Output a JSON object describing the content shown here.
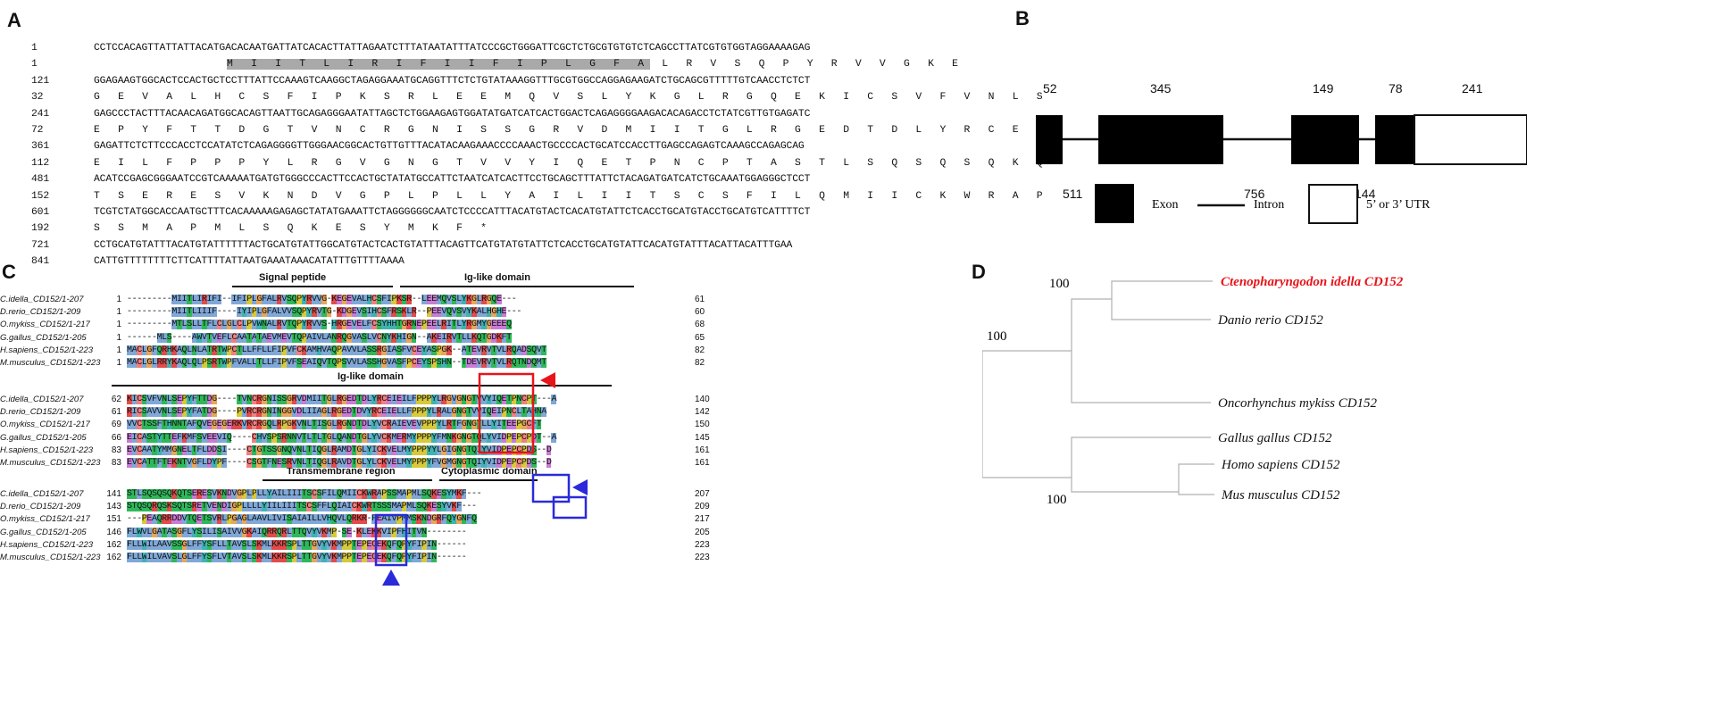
{
  "panels": {
    "A": {
      "label": "A",
      "rows": [
        {
          "type": "nt",
          "num": "1",
          "seq": "CCTCCACAGTTATTATTACATGACACAATGATTATCACACTTATTAGAATCTTTATAATATTTATCCCGCTGGGATTCGCTCTGCGTGTGTCTCAGCCTTATCGTGTGGTAGGAAAAGAG"
        },
        {
          "type": "aa",
          "num": "1",
          "pre": "",
          "sig": "M I I T L I R I F I I F I P L G F A",
          "post": "L R V S Q P Y R V V G K E"
        },
        {
          "type": "nt",
          "num": "121",
          "seq": "GGAGAAGTGGCACTCCACTGCTCCTTTATTCCAAAGTCAAGGCTAGAGGAAATGCAGGTTTCTCTGTATAAAGGTTTGCGTGGCCAGGAGAAGATCTGCAGCGTTTTTGTCAACCTCTCT"
        },
        {
          "type": "aa",
          "num": "32",
          "pre": "G E V A L H C S F I P K S R L E E M Q V S L Y K G L R G Q E K I C S V F V N L S",
          "sig": "",
          "post": ""
        },
        {
          "type": "nt",
          "num": "241",
          "seq": "GAGCCCTACTTTACAACAGATGGCACAGTTAATTGCAGAGGGAATATTAGCTCTGGAAGAGTGGATATGATCATCACTGGACTCAGAGGGGAAGACACAGACCTCTATCGTTGTGAGATC"
        },
        {
          "type": "aa",
          "num": "72",
          "pre": "E P Y F T T D G T V N C R G N I S S G R V D M I I T G L R G E D T D L Y R C E I",
          "sig": "",
          "post": ""
        },
        {
          "type": "nt",
          "num": "361",
          "seq": "GAGATTCTCTTCCCACCTCCATATCTCAGAGGGGTTGGGAACGGCACTGTTGTTTACATACAAGAAACCCCAAACTGCCCCACTGCATCCACCTTGAGCCAGAGTCAAAGCCAGAGCAG"
        },
        {
          "type": "aa",
          "num": "112",
          "pre": "E I L F P P P Y L R G V G N G T V V Y I Q E T P N C P T A S T L S Q S Q S Q K Q",
          "sig": "",
          "post": ""
        },
        {
          "type": "nt",
          "num": "481",
          "seq": "ACATCCGAGCGGGAATCCGTCAAAAATGATGTGGGCCCACTTCCACTGCTATATGCCATTCTAATCATCACTTCCTGCAGCTTTATTCTACAGATGATCATCTGCAAATGGAGGGCTCCT"
        },
        {
          "type": "aa",
          "num": "152",
          "pre": "T S E R E S V K N D V G P L P L L Y A I L I I T S C S F I L Q M I I C K W R A P",
          "sig": "",
          "post": ""
        },
        {
          "type": "nt",
          "num": "601",
          "seq": "TCGTCTATGGCACCAATGCTTTCACAAAAAGAGAGCTATATGAAATTCTAGGGGGGCAATCTCCCCATTTACATGTACTCACATGTATTCTCACCTGCATGTACCTGCATGTCATTTTCT"
        },
        {
          "type": "aa",
          "num": "192",
          "pre": "S S M A P M L S Q K E S Y M K F *",
          "sig": "",
          "post": ""
        },
        {
          "type": "nt",
          "num": "721",
          "seq": "CCTGCATGTATTTACATGTATTTTTTACTGCATGTATTGGCATGTACTCACTGTATTTACAGTTCATGTATGTATTCTCACCTGCATGTATTCACATGTATTTACATTACATTTGAA"
        },
        {
          "type": "nt",
          "num": "841",
          "seq": "CATTGTTTTTTTTCTTCATTTTATTAATGAAATAAACATATTTGTTTTAAAA"
        }
      ]
    },
    "B": {
      "label": "B",
      "top_numbers": [
        "52",
        "345",
        "149",
        "78",
        "241"
      ],
      "bottom_numbers": [
        "511",
        "756",
        "144"
      ],
      "legend": {
        "exon": "Exon",
        "intron": "Intron",
        "utr": "5’ or 3’ UTR"
      }
    },
    "C": {
      "label": "C",
      "domains": {
        "signal": "Signal peptide",
        "ig1": "Ig-like domain",
        "ig2": "Ig-like domain",
        "tm": "Transmembrane region",
        "cyto": "Cytoplasmic domain"
      },
      "blocks": [
        {
          "rows": [
            {
              "name": "C.idella_CD152/1-207",
              "start": "1",
              "seq": "---------MIITLIRIFI--IFIPLGFALRVSQPYRVVG-KEGEVALHCSFIPKSR--LEEMQVSLYKGLRGQE---",
              "end": "61"
            },
            {
              "name": "D.rerio_CD152/1-209",
              "start": "1",
              "seq": "---------MIITLIIIF----IYIPLGFALVVSQPYRVTG-KDGEVSIHCSFRSKLR--PEEVQVSVYKALHGHE---",
              "end": "60"
            },
            {
              "name": "O.mykiss_CD152/1-217",
              "start": "1",
              "seq": "---------MTLSLLTFLCLGLCLPVWNALRVTQPYRVVS-HRGEVELFCSYHHTGRNEPEELRITLYRGMYGEEEQ",
              "end": "68"
            },
            {
              "name": "G.gallus_CD152/1-205",
              "start": "1",
              "seq": "------MLS----AWVTVEFLCAATATAEVMEVTQPAIVLANRQGVASLVCNYKHIGN--AKEIRVTLLKQTGDKFT",
              "end": "65"
            },
            {
              "name": "H.sapiens_CD152/1-223",
              "start": "1",
              "seq": "MACLGFQRHKAQLNLATRTWPCTLLFFLLFIPVFCKAMHVAQPAVVLASSRGIASFVCEYASPGK--ATEVRVTVLRQADSQVT",
              "end": "82"
            },
            {
              "name": "M.musculus_CD152/1-223",
              "start": "1",
              "seq": "MACLGLRRYKAQLQLPSRTWPFVALLTLLFIPVFSEAIQVTQPSVVLASSHGVASFPCEYSPSHN--TDEVRVTVLRQTNDQMT",
              "end": "82"
            }
          ]
        },
        {
          "rows": [
            {
              "name": "C.idella_CD152/1-207",
              "start": "62",
              "seq": "KICSVFVNLSEPYFTTDG----TVNCRGNISSGRVDMIITGLRGEDTDLYRCEIEILFPPPYLRGVGNGTVVYIQETPNCPT---A",
              "end": "140"
            },
            {
              "name": "D.rerio_CD152/1-209",
              "start": "61",
              "seq": "RICSAVVNLSEPYFATDG----PVRCRGNINGGVDLIIAGLRGEDTDVYRCEIELLFPPPYLRALGNGTVVIQEIPNCLTAHNA",
              "end": "142"
            },
            {
              "name": "O.mykiss_CD152/1-217",
              "start": "69",
              "seq": "VVCTSSFTHNNTAFQVEGEGERKVRCRGQLRPGKVNLTISGLRGNDTDLYVCRAIEVEVPPPYLRTFGNGTLLYITEEPGCFT",
              "end": "150"
            },
            {
              "name": "G.gallus_CD152/1-205",
              "start": "66",
              "seq": "EICASTYTTEFKMFSVEEVIQ----CHVSPSRNNVTLTLTGLQANDTGLYVCKMERMYPPPYFMNKGNGTQLYVIDPEPCPDT--A",
              "end": "145"
            },
            {
              "name": "H.sapiens_CD152/1-223",
              "start": "83",
              "seq": "EVCAATYMMGNELTFLDDSI----CTGTSSGNQVNLTIQGLRAMDTGLYICKVELMYPPPYYLGIGNGTQIYVIDPEPCPDS--D",
              "end": "161"
            },
            {
              "name": "M.musculus_CD152/1-223",
              "start": "83",
              "seq": "EVCATTFTEKNTVGFLDYPF----CSGTFNESRVNLTIQGLRAVDTGLYLCKVELMYPPPYFVGMGNGTQIYVIDPEPCPDS--D",
              "end": "161"
            }
          ]
        },
        {
          "rows": [
            {
              "name": "C.idella_CD152/1-207",
              "start": "141",
              "seq": "STLSQSQSQKQTSERESVKNDVGPLPLLYAILIIITSCSFILQMIICKWRAPSSMAPMLSQKESYMKF---",
              "end": "207"
            },
            {
              "name": "D.rerio_CD152/1-209",
              "start": "143",
              "seq": "STQSQRQSKSQTSRETVENDIGPLLLLYIILIIITSCSFFLQIAICKWRTSSSMAPMLSQKESYVKF---",
              "end": "209"
            },
            {
              "name": "O.mykiss_CD152/1-217",
              "start": "151",
              "seq": "---PEAQRRDDVTQETSVRLPGAGLAAVLIVISAIAILLVHQVLQRKR-FEAIVPMMSKNDGRFQYGNFQ",
              "end": "217"
            },
            {
              "name": "G.gallus_CD152/1-205",
              "start": "146",
              "seq": "FLWVLGATASGFLYSILISAIVVGKAIQRRQRLTTQVYVKMP-SE-KLEKKVIPFHITVN--------",
              "end": "205"
            },
            {
              "name": "H.sapiens_CD152/1-223",
              "start": "162",
              "seq": "FLLWILAAVSSGLFFYSFLLTAVSLSKMLKKRSPLTTGVYVKMPPTEPECEKQFQPYFIPIN------",
              "end": "223"
            },
            {
              "name": "M.musculus_CD152/1-223",
              "start": "162",
              "seq": "FLLWILVAVSLGLFFYSFLVTAVSLSKMLKKRSPLTTGVYVKMPPTEPECEKQFQPYFIPIN------",
              "end": "223"
            }
          ]
        }
      ]
    },
    "D": {
      "label": "D",
      "taxa": [
        {
          "name": "Ctenopharyngodon idella CD152",
          "highlight": true
        },
        {
          "name": "Danio rerio CD152",
          "highlight": false
        },
        {
          "name": "Oncorhynchus mykiss CD152",
          "highlight": false
        },
        {
          "name": "Gallus gallus CD152",
          "highlight": false
        },
        {
          "name": "Homo sapiens CD152",
          "highlight": false
        },
        {
          "name": "Mus musculus CD152",
          "highlight": false
        }
      ],
      "bootstrap": [
        "100",
        "100",
        "100"
      ],
      "colors": {
        "highlight": "#e8141a",
        "branch": "#b0b0b0"
      }
    }
  },
  "colors": {
    "hydrophobic": "#7fa8d8",
    "acidic": "#c97bd6",
    "positive": "#e34b4b",
    "polar": "#2fb85a",
    "glycine": "#e8a65a",
    "proline": "#d7c93a",
    "cysteine": "#f08080",
    "aromatic": "#3fb3b3",
    "box_red": "#e8141a",
    "box_blue": "#2a2adb"
  }
}
